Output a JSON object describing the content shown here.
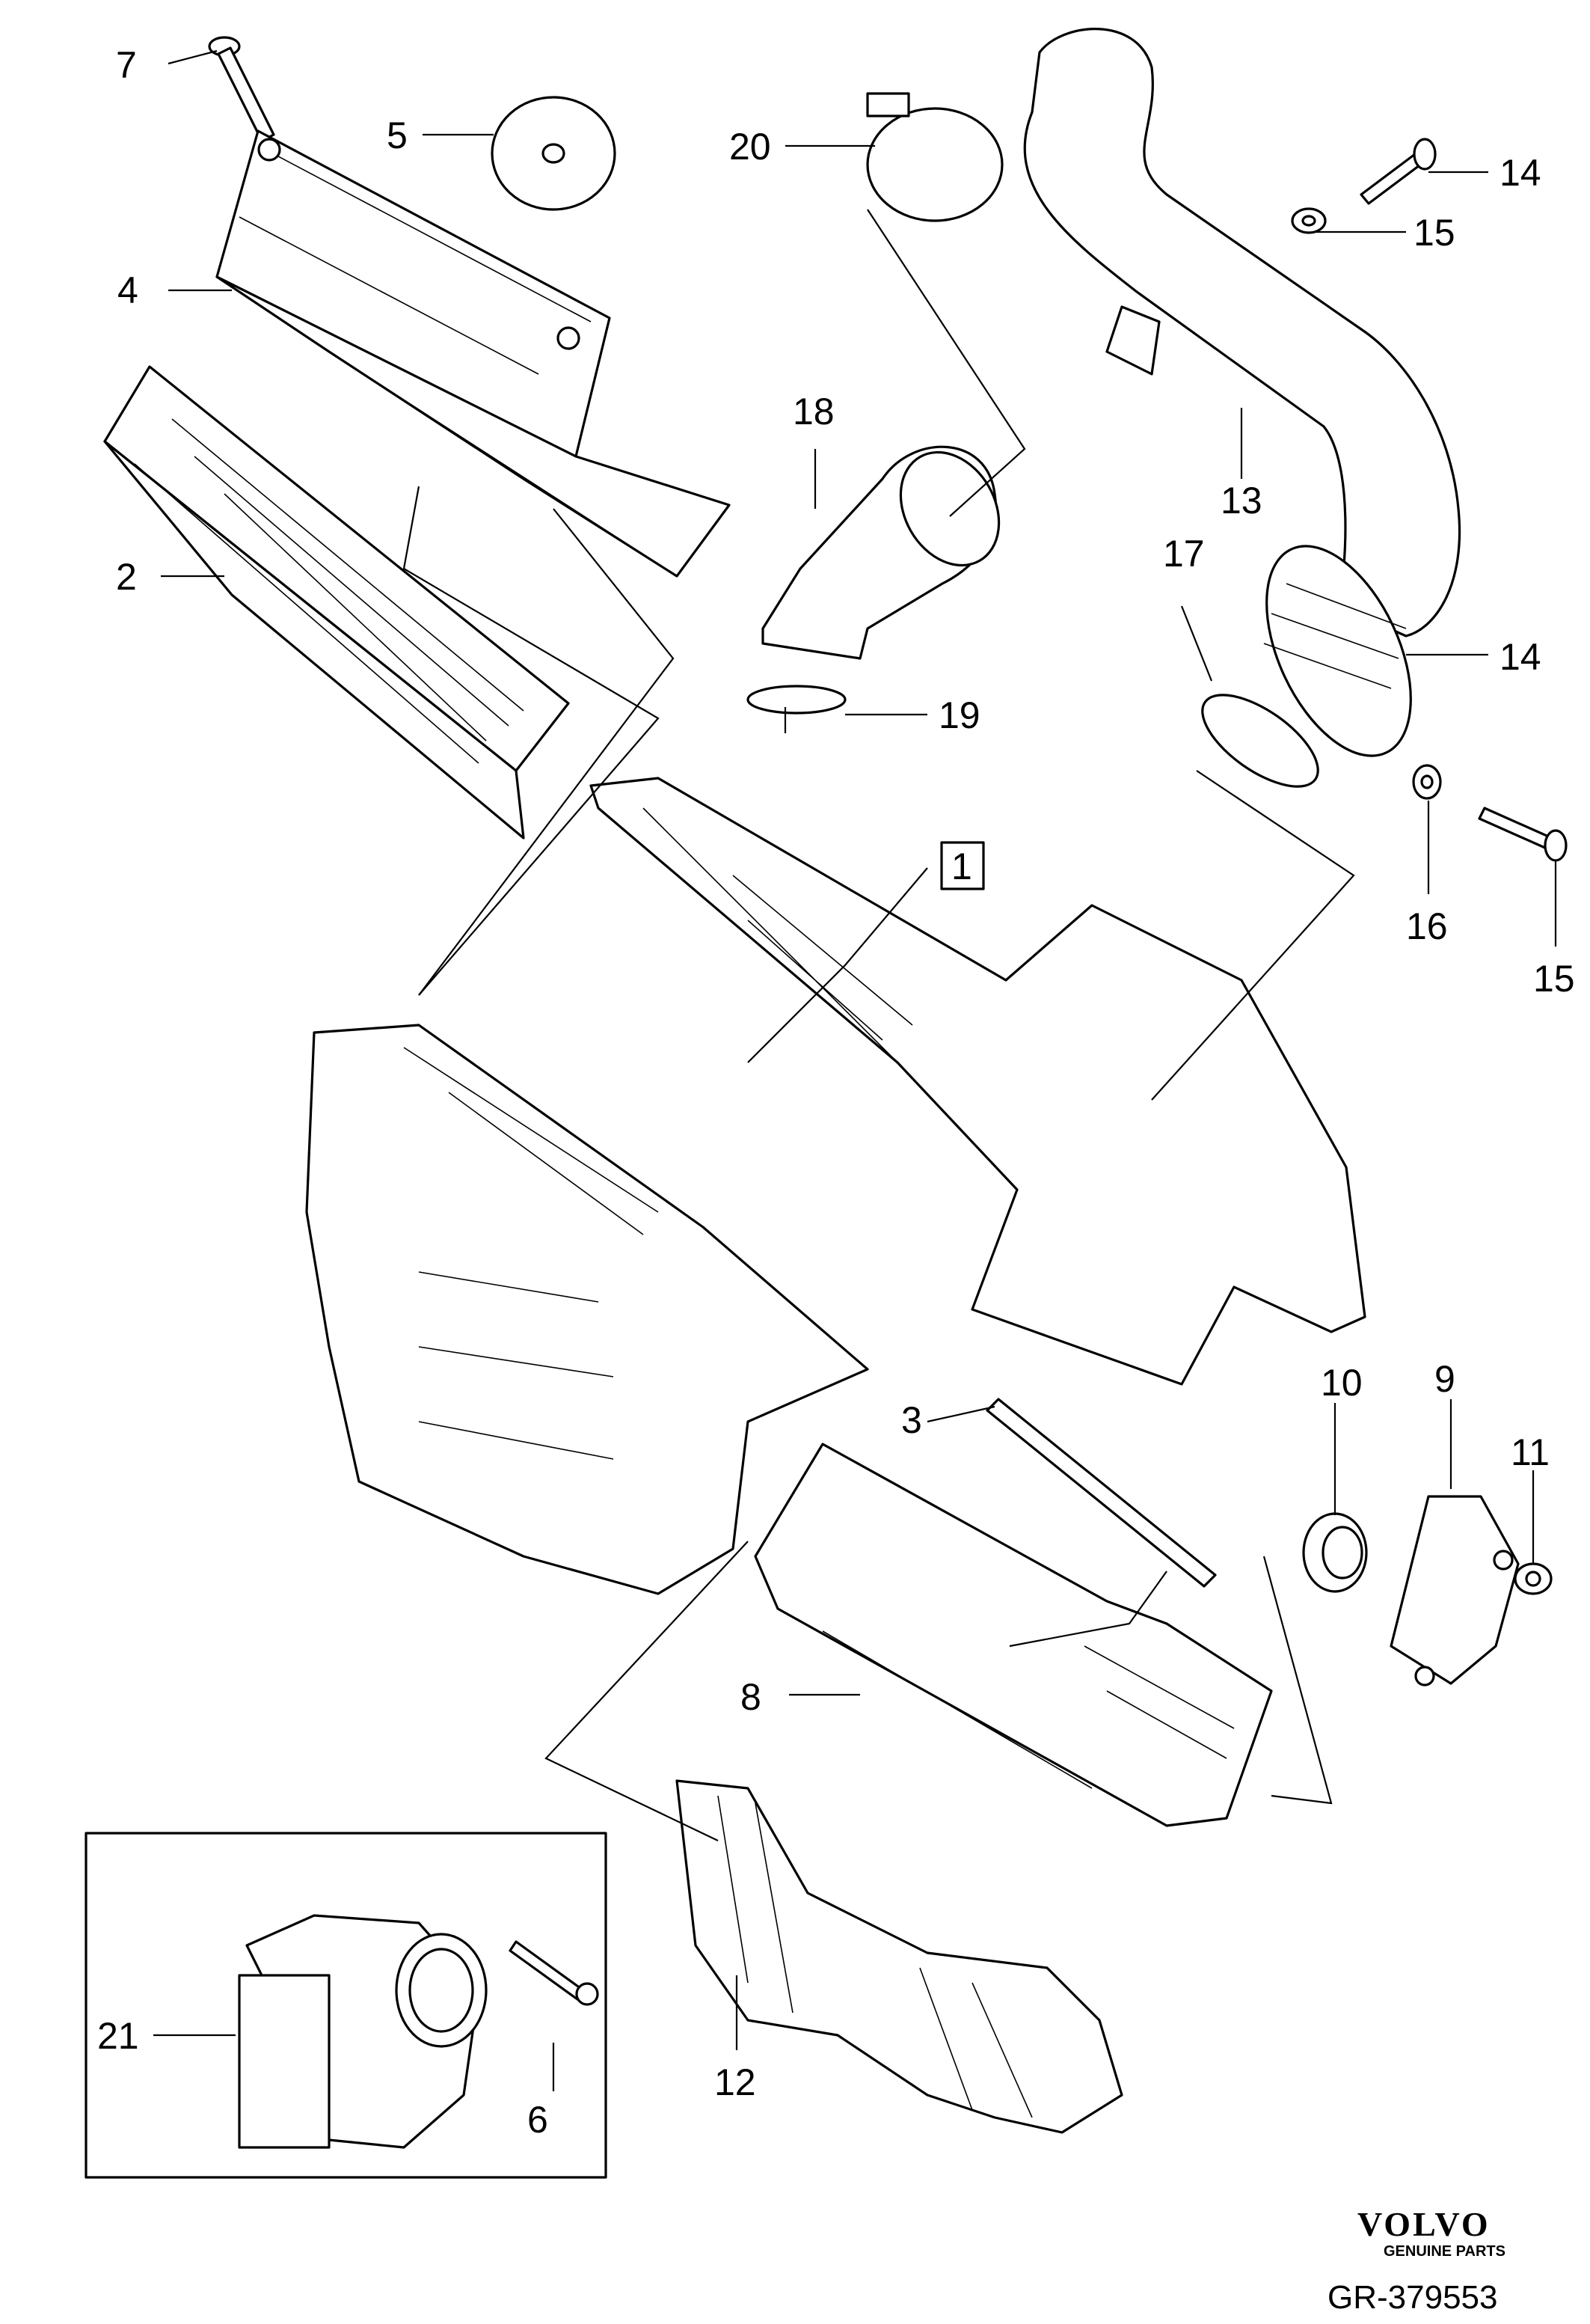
{
  "callouts": [
    {
      "id": "1",
      "text": "1",
      "boxed": true
    },
    {
      "id": "2",
      "text": "2"
    },
    {
      "id": "3",
      "text": "3"
    },
    {
      "id": "4",
      "text": "4"
    },
    {
      "id": "5",
      "text": "5"
    },
    {
      "id": "6",
      "text": "6"
    },
    {
      "id": "7",
      "text": "7"
    },
    {
      "id": "8",
      "text": "8"
    },
    {
      "id": "9",
      "text": "9"
    },
    {
      "id": "10",
      "text": "10"
    },
    {
      "id": "11",
      "text": "11"
    },
    {
      "id": "12",
      "text": "12"
    },
    {
      "id": "13",
      "text": "13"
    },
    {
      "id": "14a",
      "text": "14"
    },
    {
      "id": "14b",
      "text": "14"
    },
    {
      "id": "15a",
      "text": "15"
    },
    {
      "id": "15b",
      "text": "15"
    },
    {
      "id": "16",
      "text": "16"
    },
    {
      "id": "17",
      "text": "17"
    },
    {
      "id": "18",
      "text": "18"
    },
    {
      "id": "19",
      "text": "19"
    },
    {
      "id": "20",
      "text": "20"
    },
    {
      "id": "21",
      "text": "21"
    }
  ],
  "brand": {
    "name": "VOLVO",
    "tagline": "GENUINE PARTS"
  },
  "diagram_code": "GR-379553"
}
